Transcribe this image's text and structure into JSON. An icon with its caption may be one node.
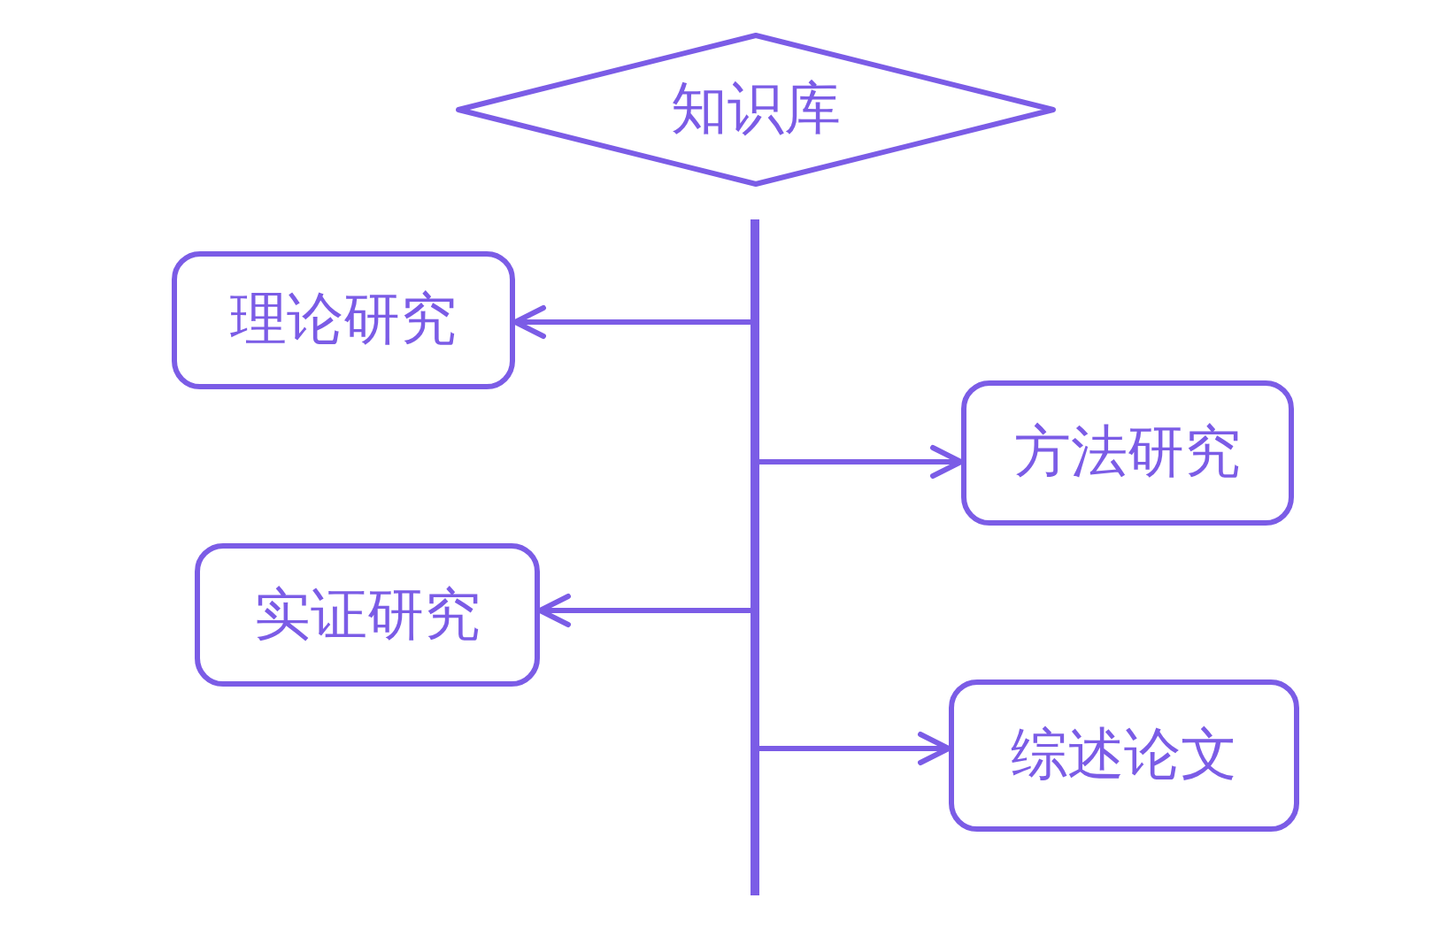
{
  "diagram": {
    "nodes": [
      {
        "text": [
          "知识库"
        ]
      },
      {
        "text": [],
        "shape": "bar"
      },
      {
        "text": [
          "理论研究"
        ]
      },
      {
        "text": [
          "方法研究"
        ]
      },
      {
        "text": [
          "实证研究"
        ]
      },
      {
        "text": [
          "综述论文"
        ]
      }
    ],
    "edges": [
      {
        "from": 1,
        "to": 2,
        "arrow": "to"
      },
      {
        "from": 1,
        "to": 3,
        "arrow": "to"
      },
      {
        "from": 1,
        "to": 4,
        "arrow": "to"
      },
      {
        "from": 1,
        "to": 5,
        "arrow": "to"
      }
    ]
  }
}
